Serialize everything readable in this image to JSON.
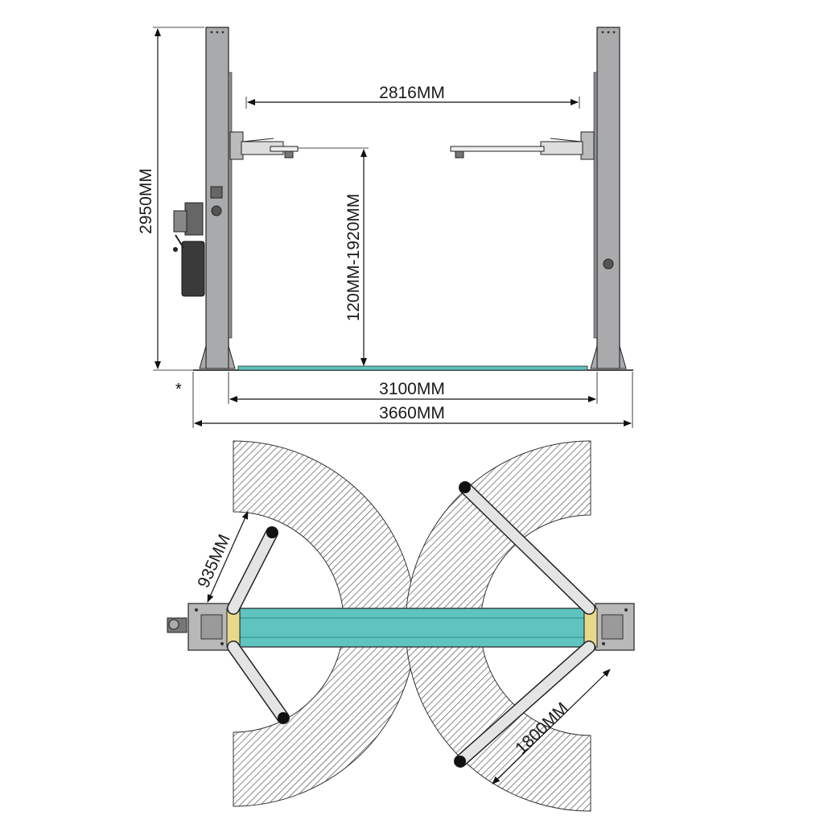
{
  "front_view": {
    "dimensions": {
      "total_height": "2950MM",
      "arm_span": "2816MM",
      "lift_height": "120MM-1920MM",
      "inner_width": "3100MM",
      "overall_width": "3660MM"
    },
    "note_mark": "*"
  },
  "top_view": {
    "dimensions": {
      "short_arm": "935MM",
      "long_arm": "1800MM"
    }
  },
  "colors": {
    "column": "#a9aaac",
    "base_plate": "#5fc4c0",
    "line": "#111111",
    "hatch_area": "#bdbdbd"
  }
}
